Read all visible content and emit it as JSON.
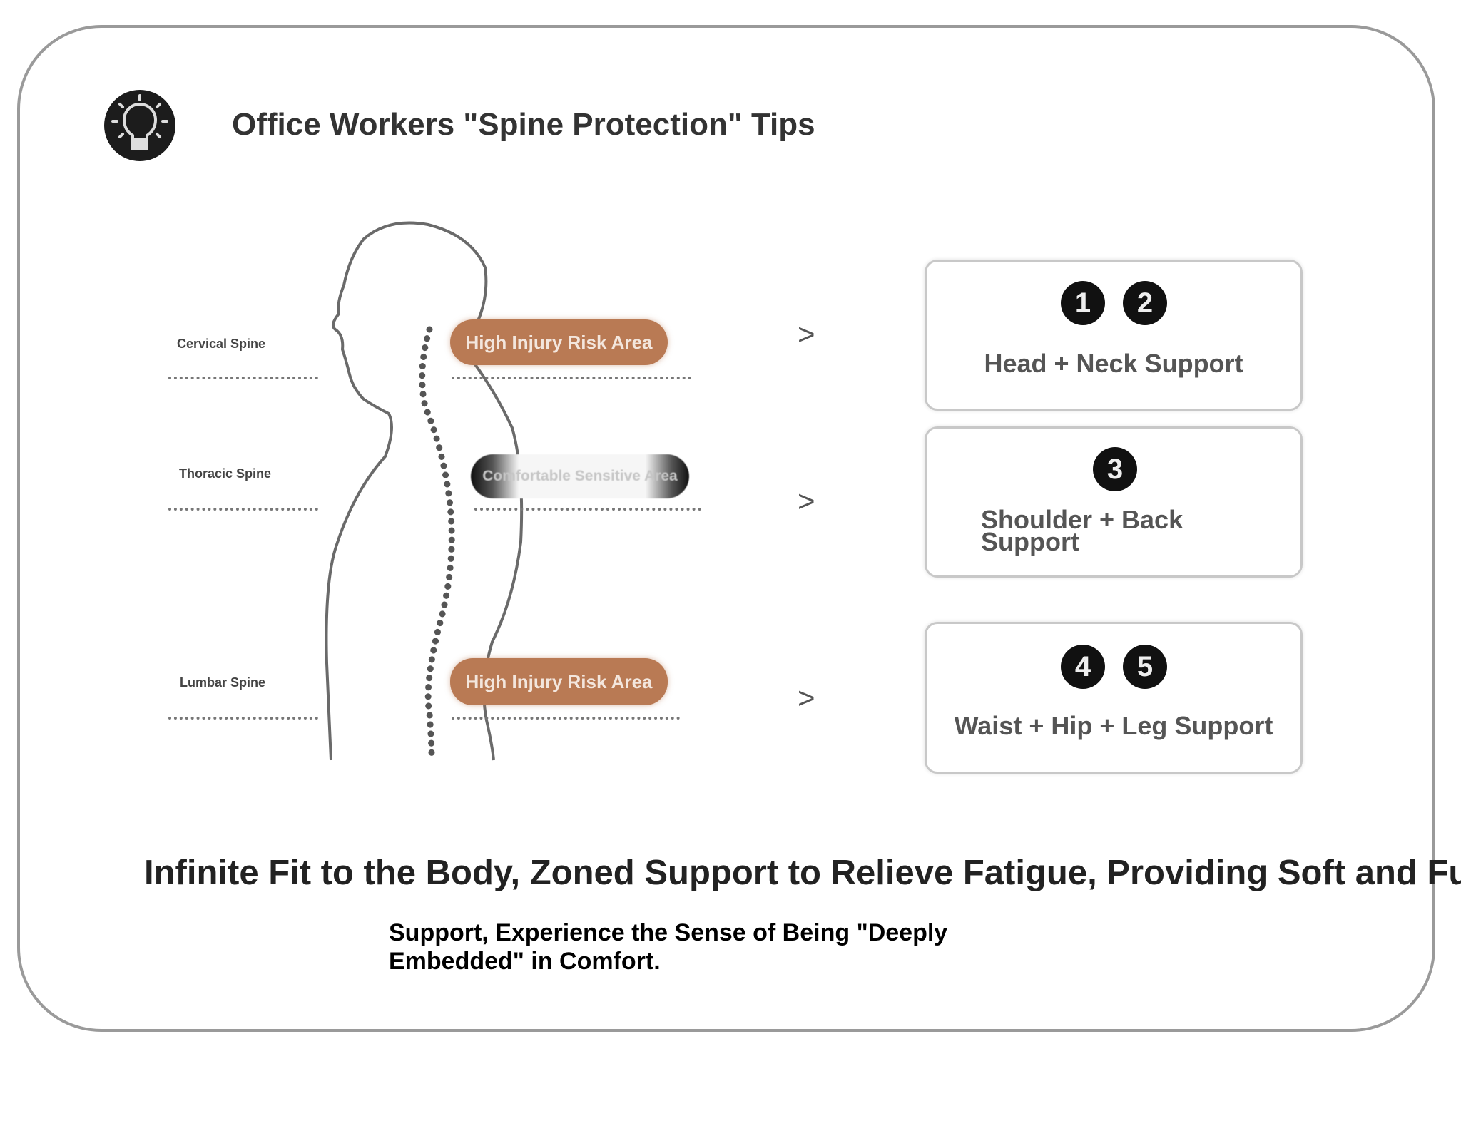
{
  "title": "Office Workers \"Spine Protection\" Tips",
  "icon": "lightbulb-icon",
  "spine_labels": [
    "Cervical Spine",
    "Thoracic Spine",
    "Lumbar Spine"
  ],
  "zones": [
    {
      "label": "High Injury Risk Area",
      "color": "#b97a54"
    },
    {
      "label": "Comfortable Sensitive Area",
      "color": "#111111"
    },
    {
      "label": "High Injury Risk Area",
      "color": "#b97a54"
    }
  ],
  "arrow": ">",
  "supports": [
    {
      "numbers": [
        "1",
        "2"
      ],
      "label": "Head + Neck Support"
    },
    {
      "numbers": [
        "3"
      ],
      "label_line1": "Shoulder + Back",
      "label_line2": "Support"
    },
    {
      "numbers": [
        "4",
        "5"
      ],
      "label": "Waist + Hip + Leg Support"
    }
  ],
  "headline": "Infinite Fit to the Body, Zoned Support to Relieve Fatigue, Providing Soft and Full",
  "subline1": "Support, Experience the Sense of Being \"Deeply",
  "subline2": "Embedded\" in Comfort."
}
